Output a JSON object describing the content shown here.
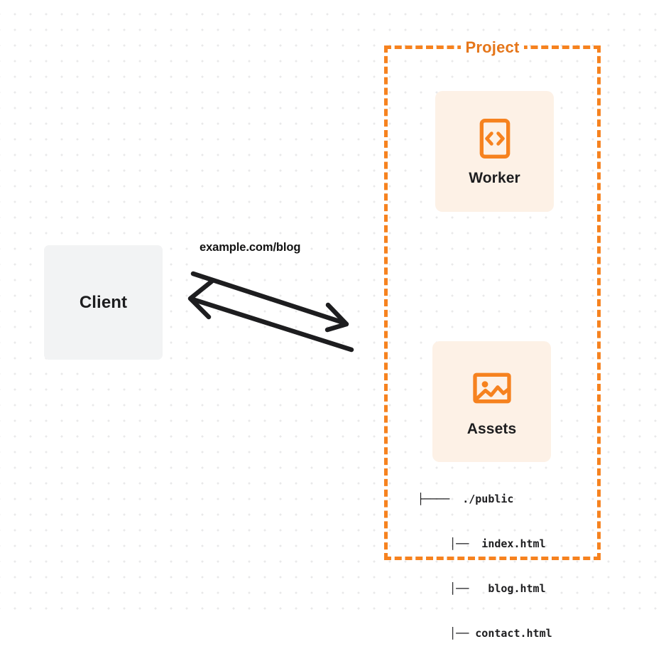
{
  "diagram": {
    "title": "Project",
    "theme": {
      "accent_orange": "#f6821f",
      "title_orange": "#e5761a",
      "card_background": "#fdf1e6",
      "client_background": "#f2f3f4",
      "text_dark": "#1d1d1f",
      "canvas_background": "#ffffff",
      "grid_dot": "#e9e9ea"
    },
    "client": {
      "label": "Client",
      "icon": "none"
    },
    "connector": {
      "request_label": "example.com/blog",
      "arrows": [
        {
          "name": "request-arrow",
          "direction": "right",
          "from": "client",
          "to": "project"
        },
        {
          "name": "response-arrow",
          "direction": "left",
          "from": "project",
          "to": "client"
        }
      ]
    },
    "project": {
      "label": "Project",
      "border_style": "dashed",
      "services": [
        {
          "id": "worker",
          "label": "Worker",
          "icon": "code-brackets-icon"
        },
        {
          "id": "assets",
          "label": "Assets",
          "icon": "image-icon"
        }
      ],
      "file_tree": {
        "rows": [
          {
            "prefix": "├────  ",
            "name": "./public"
          },
          {
            "prefix": "     │──  ",
            "name": "index.html"
          },
          {
            "prefix": "     │──   ",
            "name": "blog.html"
          },
          {
            "prefix": "     │── ",
            "name": "contact.html"
          }
        ],
        "lines": [
          "├────  ./public",
          "     │──  index.html",
          "     │──   blog.html",
          "     │── contact.html"
        ]
      }
    }
  }
}
